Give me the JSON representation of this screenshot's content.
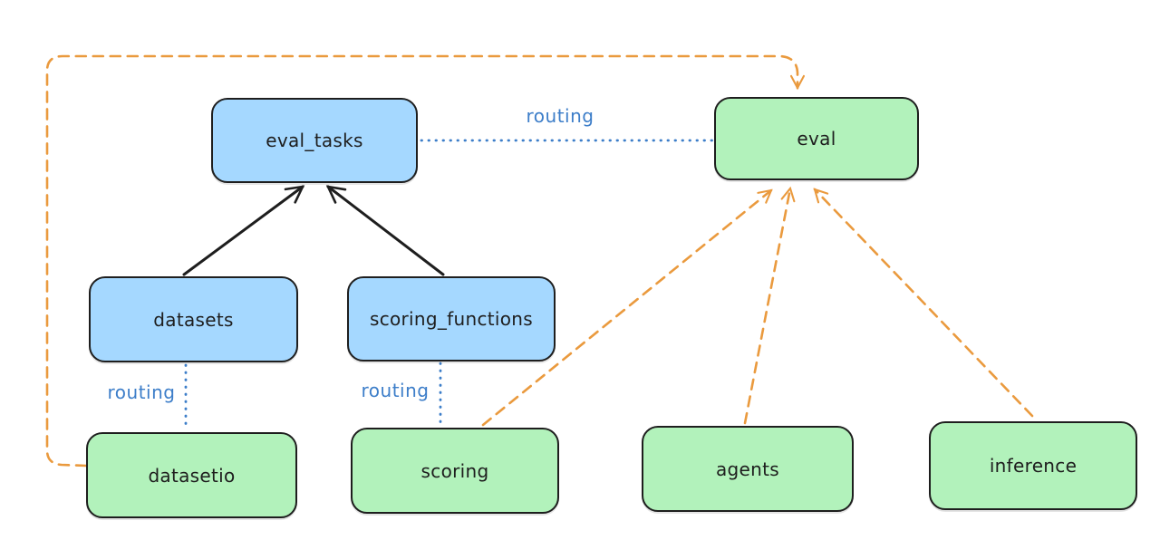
{
  "diagram": {
    "title": "",
    "nodes": [
      {
        "id": "eval_tasks",
        "label": "eval_tasks",
        "kind": "api"
      },
      {
        "id": "eval",
        "label": "eval",
        "kind": "provider"
      },
      {
        "id": "datasets",
        "label": "datasets",
        "kind": "api"
      },
      {
        "id": "scoring_functions",
        "label": "scoring_functions",
        "kind": "api"
      },
      {
        "id": "datasetio",
        "label": "datasetio",
        "kind": "provider"
      },
      {
        "id": "scoring",
        "label": "scoring",
        "kind": "provider"
      },
      {
        "id": "agents",
        "label": "agents",
        "kind": "provider"
      },
      {
        "id": "inference",
        "label": "inference",
        "kind": "provider"
      }
    ],
    "routing_labels": [
      "routing",
      "routing",
      "routing"
    ],
    "edges": [
      {
        "from": "datasets",
        "to": "eval_tasks",
        "type": "arrow",
        "style": "solid",
        "color": "black"
      },
      {
        "from": "scoring_functions",
        "to": "eval_tasks",
        "type": "arrow",
        "style": "solid",
        "color": "black"
      },
      {
        "from": "eval_tasks",
        "to": "eval",
        "type": "link",
        "style": "dotted",
        "color": "blue",
        "label": "routing"
      },
      {
        "from": "datasets",
        "to": "datasetio",
        "type": "link",
        "style": "dotted",
        "color": "blue",
        "label": "routing"
      },
      {
        "from": "scoring_functions",
        "to": "scoring",
        "type": "link",
        "style": "dotted",
        "color": "blue",
        "label": "routing"
      },
      {
        "from": "datasetio",
        "to": "eval",
        "type": "arrow",
        "style": "dashed",
        "color": "orange"
      },
      {
        "from": "scoring",
        "to": "eval",
        "type": "arrow",
        "style": "dashed",
        "color": "orange"
      },
      {
        "from": "agents",
        "to": "eval",
        "type": "arrow",
        "style": "dashed",
        "color": "orange"
      },
      {
        "from": "inference",
        "to": "eval",
        "type": "arrow",
        "style": "dashed",
        "color": "orange"
      }
    ],
    "colors": {
      "api_fill": "#a5d8ff",
      "provider_fill": "#b2f2bb",
      "stroke_black": "#1e1e1e",
      "routing_blue": "#3d7ec9",
      "dependency_orange": "#ea9a3e",
      "background": "#ffffff"
    }
  }
}
